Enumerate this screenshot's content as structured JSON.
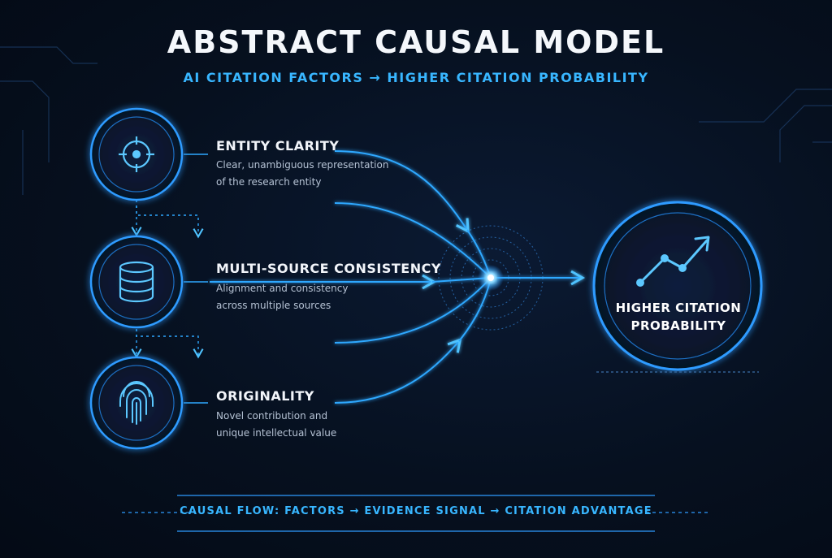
{
  "title": "ABSTRACT CAUSAL MODEL",
  "subtitle": "AI CITATION FACTORS → HIGHER CITATION PROBABILITY",
  "factors": [
    {
      "icon": "target-icon",
      "title": "ENTITY CLARITY",
      "desc_line1": "Clear, unambiguous representation",
      "desc_line2": "of the research entity"
    },
    {
      "icon": "database-icon",
      "title": "MULTI-SOURCE CONSISTENCY",
      "desc_line1": "Alignment and consistency",
      "desc_line2": "across multiple sources"
    },
    {
      "icon": "fingerprint-icon",
      "title": "ORIGINALITY",
      "desc_line1": "Novel contribution and",
      "desc_line2": "unique intellectual value"
    }
  ],
  "outcome": {
    "icon": "trend-up-icon",
    "line1": "HIGHER CITATION",
    "line2": "PROBABILITY"
  },
  "footer": "CAUSAL FLOW: FACTORS → EVIDENCE SIGNAL → CITATION ADVANTAGE",
  "colors": {
    "accent": "#38b6ff",
    "glow": "#1e90ff",
    "background": "#06101f"
  }
}
